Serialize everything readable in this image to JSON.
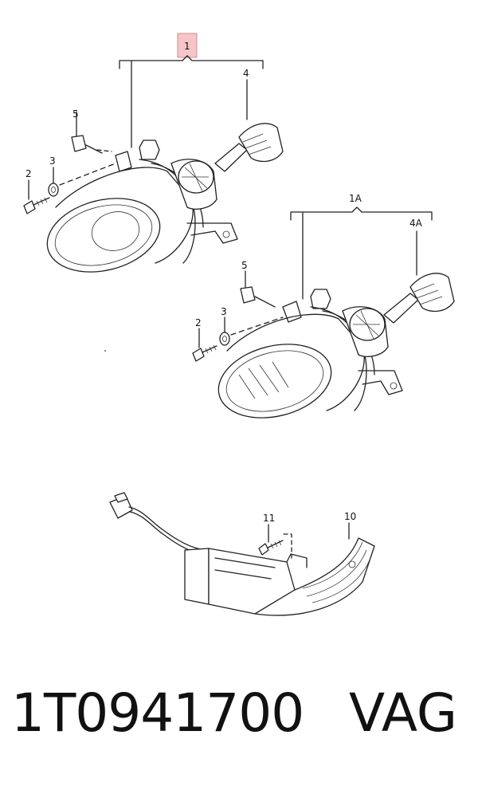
{
  "diagram": {
    "callouts": {
      "c1": "1",
      "c4": "4",
      "c5": "5",
      "c3": "3",
      "c2": "2",
      "c1a": "1A",
      "c4a": "4A",
      "c5b": "5",
      "c3b": "3",
      "c2b": "2",
      "c11": "11",
      "c10": "10"
    },
    "highlight_color": "#f6c5c8"
  },
  "footer": {
    "part_number": "1T0941700",
    "brand": "VAG"
  }
}
